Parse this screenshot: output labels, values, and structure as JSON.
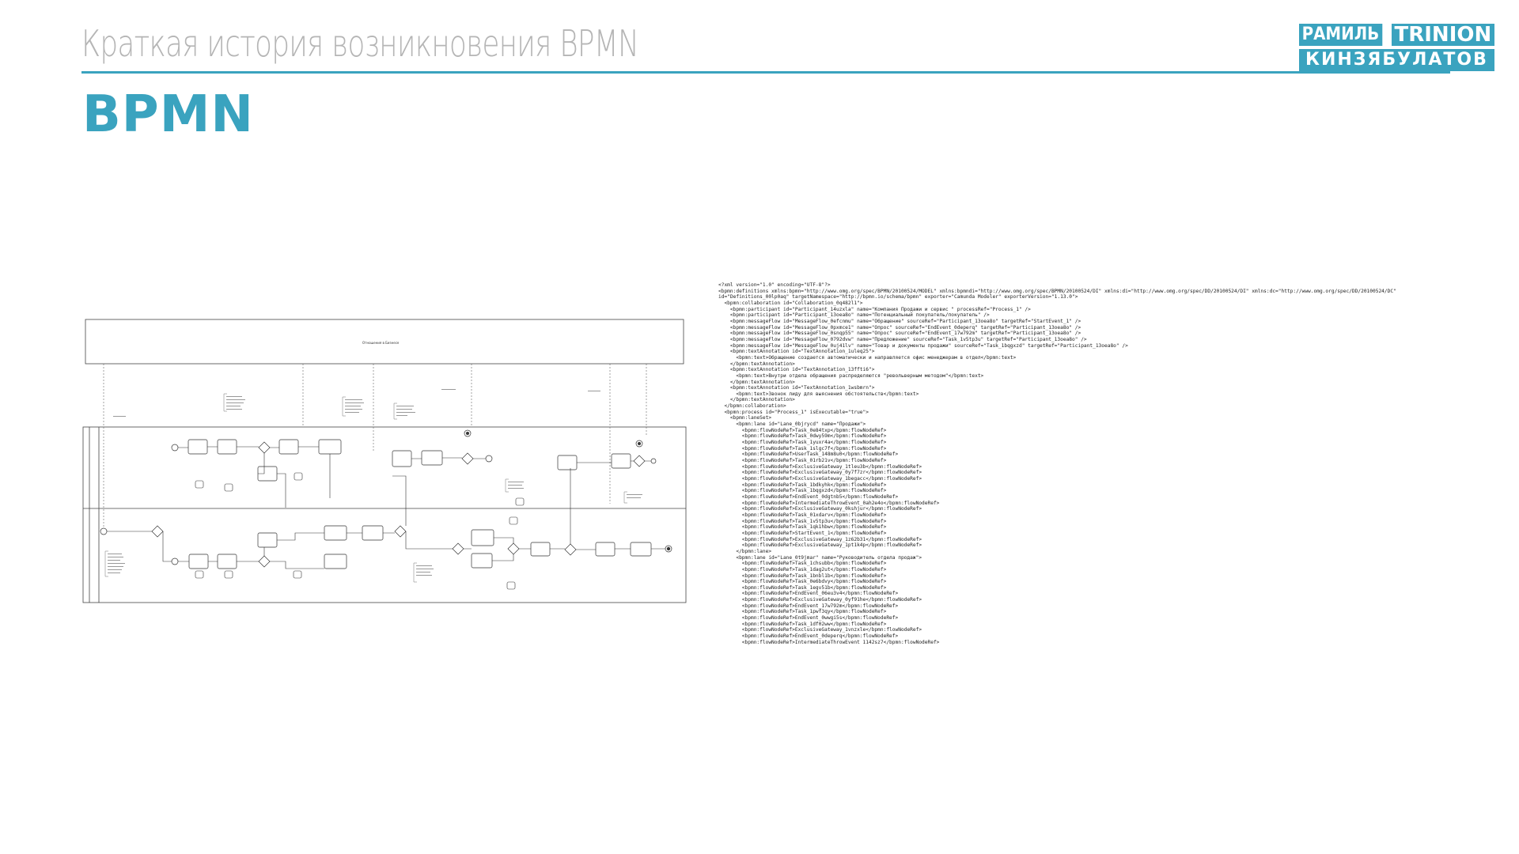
{
  "header": {
    "title": "Краткая история возникновения BPMN"
  },
  "logo": {
    "line1a": "РАМИЛЬ",
    "line1b": "TRINION",
    "line2": "КИНЗЯБУЛАТОВ"
  },
  "section": {
    "title": "BPMN"
  },
  "diagram": {
    "pool_label": "Отношения в Бизнесе",
    "colors": {
      "stroke": "#333333",
      "accent": "#3aa3bf"
    }
  },
  "xml_lines": [
    "<?xml version=\"1.0\" encoding=\"UTF-8\"?>",
    "<bpmn:definitions xmlns:bpmn=\"http://www.omg.org/spec/BPMN/20100524/MODEL\" xmlns:bpmndi=\"http://www.omg.org/spec/BPMN/20100524/DI\" xmlns:di=\"http://www.omg.org/spec/DD/20100524/DI\" xmlns:dc=\"http://www.omg.org/spec/DD/20100524/DC\"",
    "id=\"Definitions_00lp0aq\" targetNamespace=\"http://bpmn.io/schema/bpmn\" exporter=\"Camunda Modeler\" exporterVersion=\"1.13.0\">",
    "  <bpmn:collaboration id=\"Collaboration_0q482l1\">",
    "    <bpmn:participant id=\"Participant_14uzxla\" name=\"Компания Продажи и сервис \" processRef=\"Process_1\" />",
    "    <bpmn:participant id=\"Participant_13oea8o\" name=\"Потенциальный покупатель/покупатель\" />",
    "    <bpmn:messageFlow id=\"MessageFlow_0efcnmu\" name=\"Обращение\" sourceRef=\"Participant_13oea8o\" targetRef=\"StartEvent_1\" />",
    "    <bpmn:messageFlow id=\"MessageFlow_0pxmce1\" name=\"Опрос\" sourceRef=\"EndEvent_0deperq\" targetRef=\"Participant_13oea8o\" />",
    "    <bpmn:messageFlow id=\"MessageFlow_0snqp55\" name=\"Опрос\" sourceRef=\"EndEvent_17w792m\" targetRef=\"Participant_13oea8o\" />",
    "    <bpmn:messageFlow id=\"MessageFlow_0792dvw\" name=\"Предложение\" sourceRef=\"Task_1v5tp3u\" targetRef=\"Participant_13oea8o\" />",
    "    <bpmn:messageFlow id=\"MessageFlow_0uj41lv\" name=\"Товар и документы продажи\" sourceRef=\"Task_1bqgxzd\" targetRef=\"Participant_13oea8o\" />",
    "    <bpmn:textAnnotation id=\"TextAnnotation_1uleq25\">",
    "      <bpmn:text>Обращение создается автоматически и направляется офис менеджерам в отдел</bpmn:text>",
    "    </bpmn:textAnnotation>",
    "    <bpmn:textAnnotation id=\"TextAnnotation_13ffti6\">",
    "      <bpmn:text>Внутри отдела обращения распределяются \"револьверным методом\"</bpmn:text>",
    "    </bpmn:textAnnotation>",
    "    <bpmn:textAnnotation id=\"TextAnnotation_1wsbmrn\">",
    "      <bpmn:text>Звонок лиду для выяснения обстоятельств</bpmn:text>",
    "    </bpmn:textAnnotation>",
    "  </bpmn:collaboration>",
    "  <bpmn:process id=\"Process_1\" isExecutable=\"true\">",
    "    <bpmn:laneSet>",
    "      <bpmn:lane id=\"Lane_0bjrycd\" name=\"Продажи\">",
    "        <bpmn:flowNodeRef>Task_0e84txp</bpmn:flowNodeRef>",
    "        <bpmn:flowNodeRef>Task_0dwy59m</bpmn:flowNodeRef>",
    "        <bpmn:flowNodeRef>Task_1yuxr4a</bpmn:flowNodeRef>",
    "        <bpmn:flowNodeRef>Task_1slgc7f</bpmn:flowNodeRef>",
    "        <bpmn:flowNodeRef>UserTask_148m8u0</bpmn:flowNodeRef>",
    "        <bpmn:flowNodeRef>Task_01rb21v</bpmn:flowNodeRef>",
    "        <bpmn:flowNodeRef>ExclusiveGateway_1tleu3b</bpmn:flowNodeRef>",
    "        <bpmn:flowNodeRef>ExclusiveGateway_0y7f7zr</bpmn:flowNodeRef>",
    "        <bpmn:flowNodeRef>ExclusiveGateway_1begacc</bpmn:flowNodeRef>",
    "        <bpmn:flowNodeRef>Task_1bdkyhk</bpmn:flowNodeRef>",
    "        <bpmn:flowNodeRef>Task_1bqgxzd</bpmn:flowNodeRef>",
    "        <bpmn:flowNodeRef>EndEvent_0dgtnb5</bpmn:flowNodeRef>",
    "        <bpmn:flowNodeRef>IntermediateThrowEvent_0ah2e4o</bpmn:flowNodeRef>",
    "        <bpmn:flowNodeRef>ExclusiveGateway_0kshjur</bpmn:flowNodeRef>",
    "        <bpmn:flowNodeRef>Task_01xdarv</bpmn:flowNodeRef>",
    "        <bpmn:flowNodeRef>Task_1v5tp3u</bpmn:flowNodeRef>",
    "        <bpmn:flowNodeRef>Task_1qk1hbw</bpmn:flowNodeRef>",
    "        <bpmn:flowNodeRef>StartEvent_1</bpmn:flowNodeRef>",
    "        <bpmn:flowNodeRef>ExclusiveGateway_1z62b31</bpmn:flowNodeRef>",
    "        <bpmn:flowNodeRef>ExclusiveGateway_1pt1k4p</bpmn:flowNodeRef>",
    "      </bpmn:lane>",
    "      <bpmn:lane id=\"Lane_0t9jmar\" name=\"Руководитель отдела продаж\">",
    "        <bpmn:flowNodeRef>Task_1chsubb</bpmn:flowNodeRef>",
    "        <bpmn:flowNodeRef>Task_1dag2ut</bpmn:flowNodeRef>",
    "        <bpmn:flowNodeRef>Task_1bnbl1b</bpmn:flowNodeRef>",
    "        <bpmn:flowNodeRef>Task_0e6bdvy</bpmn:flowNodeRef>",
    "        <bpmn:flowNodeRef>Task_1egv51b</bpmn:flowNodeRef>",
    "        <bpmn:flowNodeRef>EndEvent_06eu3v4</bpmn:flowNodeRef>",
    "        <bpmn:flowNodeRef>ExclusiveGateway_0yf91he</bpmn:flowNodeRef>",
    "        <bpmn:flowNodeRef>EndEvent_17w792m</bpmn:flowNodeRef>",
    "        <bpmn:flowNodeRef>Task_1pwf3qy</bpmn:flowNodeRef>",
    "        <bpmn:flowNodeRef>EndEvent_0wwgi5s</bpmn:flowNodeRef>",
    "        <bpmn:flowNodeRef>Task_1df02ww</bpmn:flowNodeRef>",
    "        <bpmn:flowNodeRef>ExclusiveGateway_1vnzxle</bpmn:flowNodeRef>",
    "        <bpmn:flowNodeRef>EndEvent_0deperq</bpmn:flowNodeRef>",
    "        <bpmn:flowNodeRef>IntermediateThrowEvent 1142sz7</bpmn:flowNodeRef>"
  ]
}
